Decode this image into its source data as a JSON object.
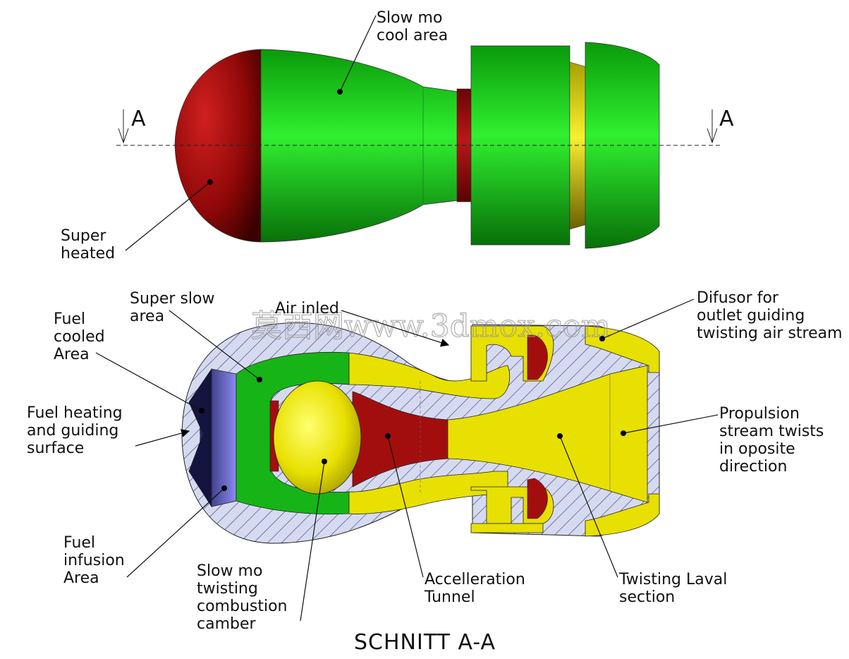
{
  "colors": {
    "superheated": "#a01010",
    "cool": "#10c010",
    "yellow": "#e8e000",
    "blue": "#7a7ae8",
    "hatch_bg": "#d6daf0"
  },
  "top_view": {
    "section_marker_left": "A",
    "section_marker_right": "A",
    "labels": {
      "slow_mo_cool": [
        "Slow mo",
        "cool area"
      ],
      "super_heated": [
        "Super",
        "heated"
      ]
    }
  },
  "section_view": {
    "title": "SCHNITT A-A",
    "watermark": "莫西网www.3dmox.com",
    "labels": {
      "super_slow": [
        "Super slow",
        "area"
      ],
      "air_inled": [
        "Air inled"
      ],
      "fuel_cooled": [
        "Fuel",
        "cooled",
        "Area"
      ],
      "fuel_heating": [
        "Fuel heating",
        "and guiding",
        "surface"
      ],
      "fuel_infusion": [
        "Fuel",
        "infusion",
        "Area"
      ],
      "combustion": [
        "Slow mo",
        "twisting",
        "combustion",
        "camber"
      ],
      "accelleration": [
        "Accelleration",
        "Tunnel"
      ],
      "laval": [
        "Twisting Laval",
        "section"
      ],
      "difusor": [
        "Difusor for",
        "outlet guiding",
        "twisting air stream"
      ],
      "propulsion": [
        "Propulsion",
        "stream twists",
        "in oposite",
        "direction"
      ]
    }
  }
}
